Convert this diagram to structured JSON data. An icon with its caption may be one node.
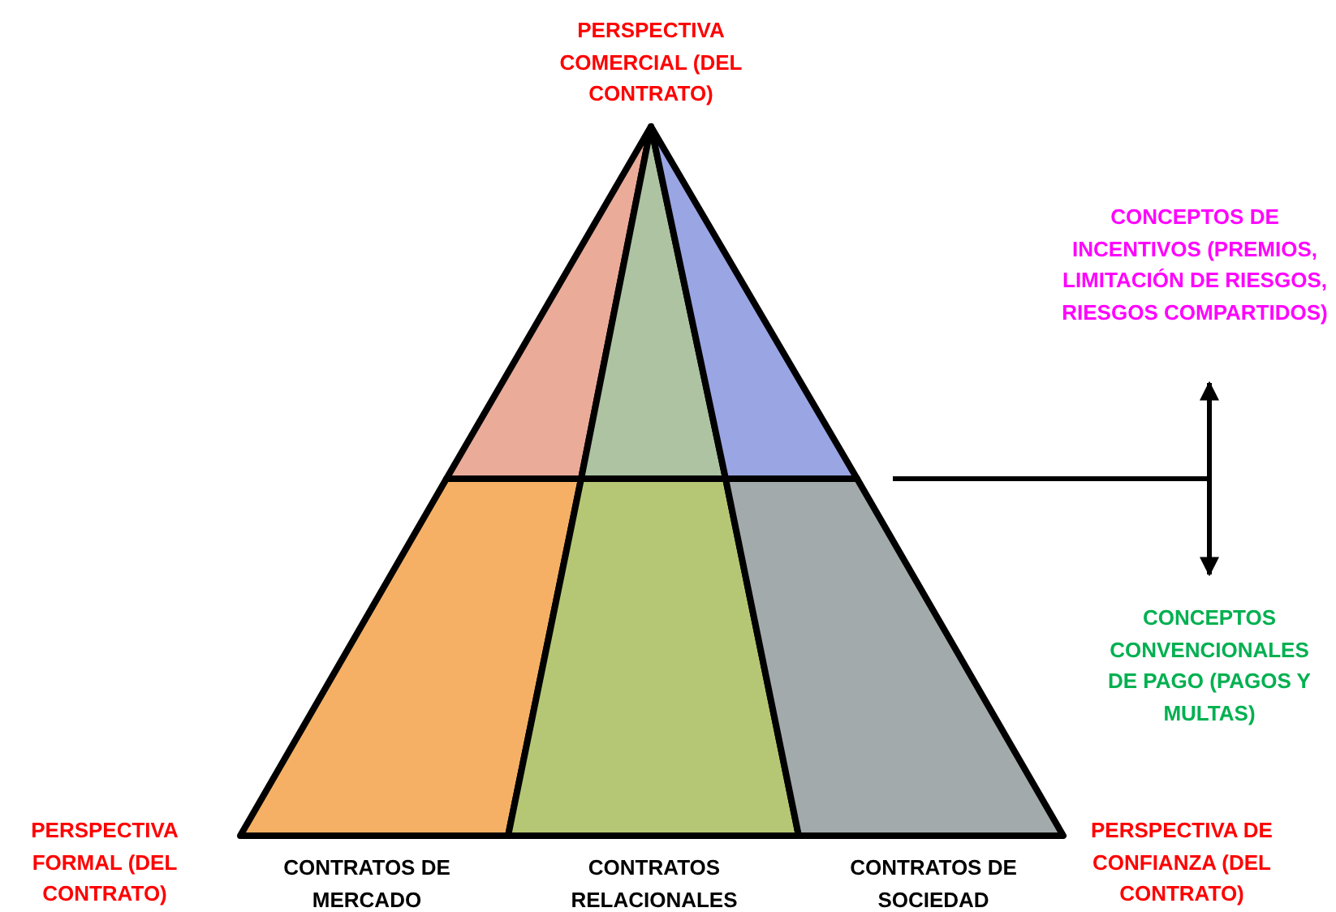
{
  "diagram": {
    "labels": [
      "PERSPECTIVA COMERCIAL (DEL CONTRATO)",
      "CONCEPTOS DE INCENTIVOS (PREMIOS, LIMITACIÓN DE RIESGOS, RIESGOS COMPARTIDOS)",
      "CONCEPTOS CONVENCIONALES DE PAGO (PAGOS Y MULTAS)",
      "PERSPECTIVA FORMAL (DEL CONTRATO)",
      "CONTRATOS DE MERCADO",
      "CONTRATOS RELACIONALES",
      "CONTRATOS DE SOCIEDAD",
      "PERSPECTIVA DE CONFIANZA (DEL CONTRATO)"
    ]
  }
}
